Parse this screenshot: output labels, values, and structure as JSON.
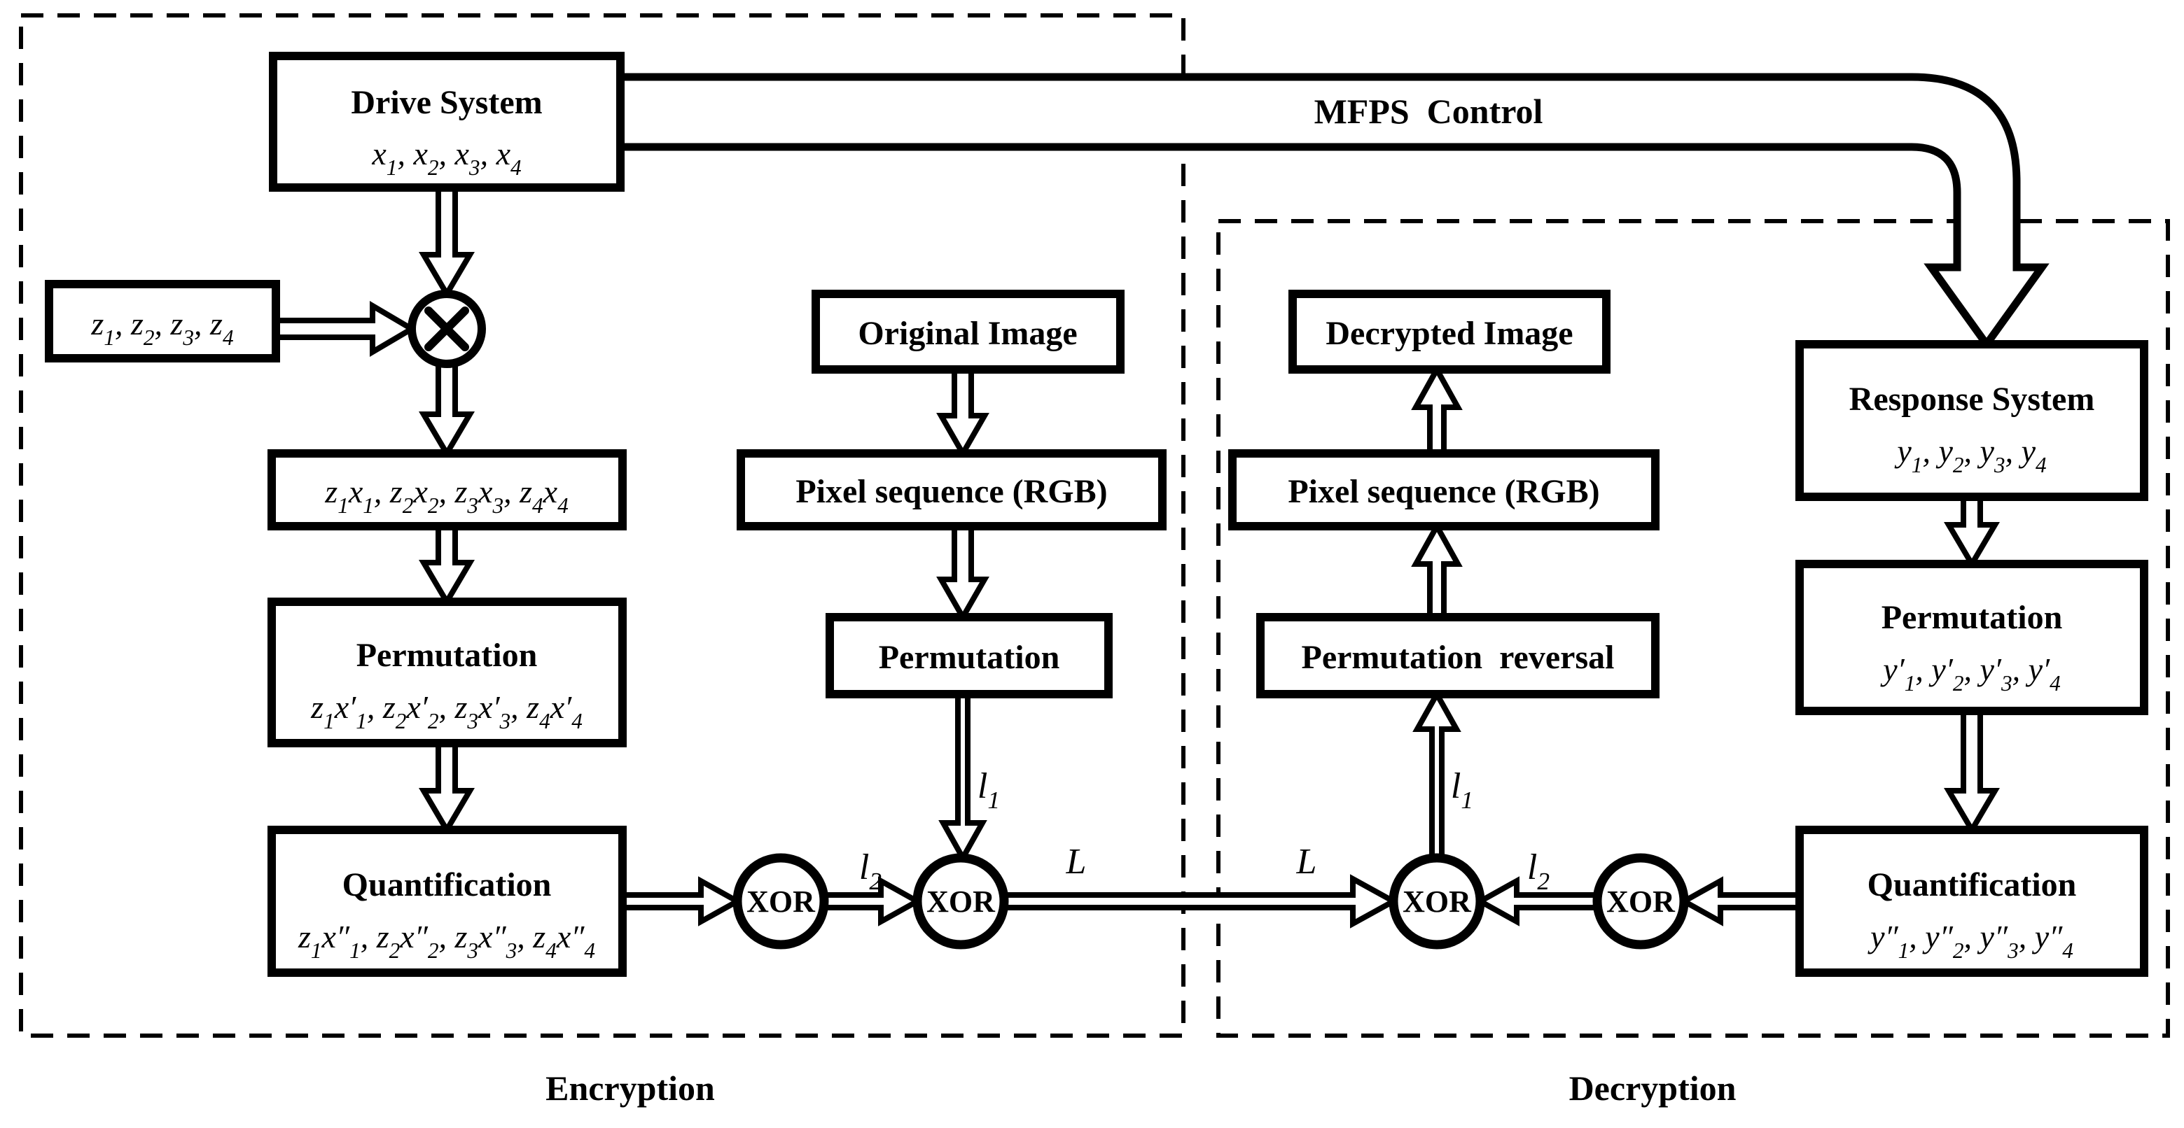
{
  "diagram": {
    "xor_label": "XOR",
    "title_labels": {
      "mfps": "MFPS  Control",
      "encryption": "Encryption",
      "decryption": "Decryption"
    },
    "colors": {
      "drive": "#F8974A",
      "original": "#00B050",
      "decrypted": "#FFFF00",
      "response": "#8FB4DC"
    },
    "encryption": {
      "drive_system": {
        "title": "Drive System",
        "formula": "x_1, x_2, x_3, x_4"
      },
      "initial_values": {
        "formula": "z_1, z_2, z_3, z_4"
      },
      "product": {
        "formula": "z_1x_1, z_2x_2, z_3x_3, z_4x_4"
      },
      "permutation": {
        "title": "Permutation",
        "formula": "z_1x′_1, z_2x′_2, z_3x′_3, z_4x′_4"
      },
      "quantification": {
        "title": "Quantification",
        "formula": "z_1x″_1, z_2x″_2, z_3x″_3, z_4x″_4"
      },
      "original_image": {
        "title": "Original Image"
      },
      "pixel_sequence": {
        "title": "Pixel sequence (RGB)"
      },
      "image_permutation": {
        "title": "Permutation"
      },
      "labels": {
        "l1": "l_1",
        "l2": "l_2",
        "L": "L"
      }
    },
    "decryption": {
      "response_system": {
        "title": "Response System",
        "formula": "y_1, y_2, y_3, y_4"
      },
      "permutation": {
        "title": "Permutation",
        "formula": "y′_1, y′_2, y′_3, y′_4"
      },
      "quantification": {
        "title": "Quantification",
        "formula": "y″_1, y″_2, y″_3, y″_4"
      },
      "decrypted_image": {
        "title": "Decrypted Image"
      },
      "pixel_sequence": {
        "title": "Pixel sequence (RGB)"
      },
      "permutation_reversal": {
        "title": "Permutation  reversal"
      },
      "labels": {
        "l1": "l_1",
        "l2": "l_2",
        "L": "L"
      }
    }
  }
}
